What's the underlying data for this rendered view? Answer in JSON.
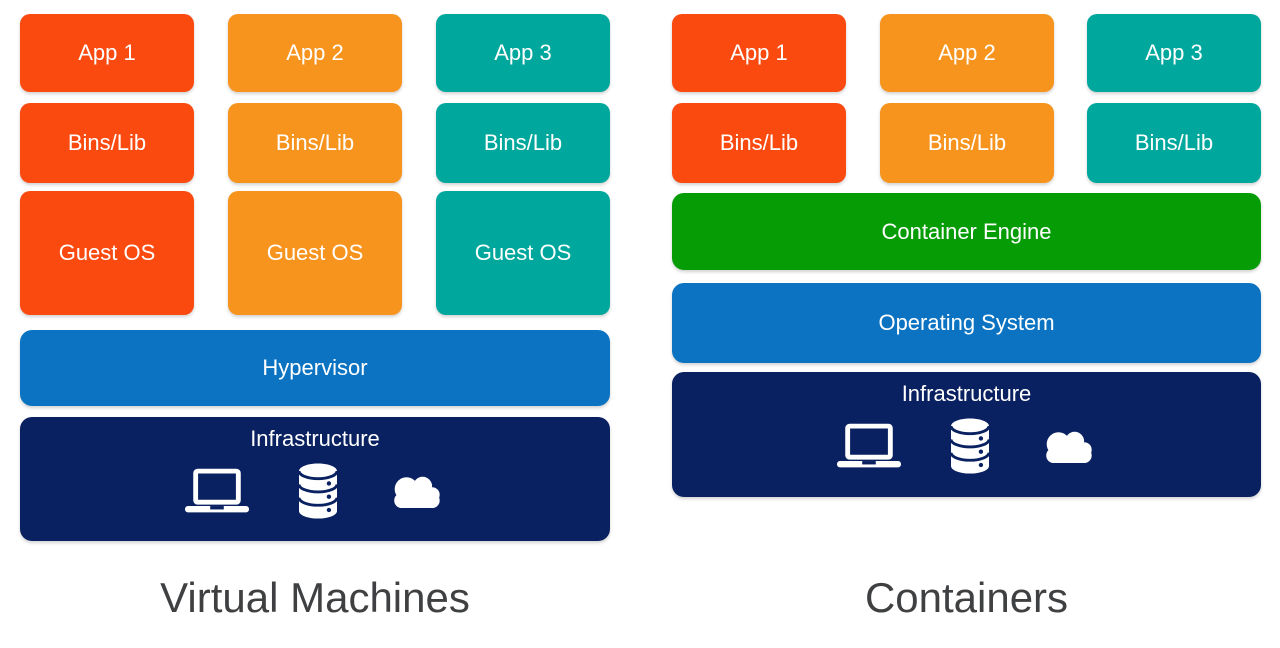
{
  "colors": {
    "app1": "#FA4A10",
    "app2": "#F7941E",
    "app3": "#00A79C",
    "hypervisor_blue": "#0C73C2",
    "infrastructure_navy": "#0A2161",
    "engine_green": "#069C06",
    "title_gray": "#3F4042",
    "box_text": "#FFFFFF",
    "background": "#FFFFFF"
  },
  "vm_panel": {
    "title": "Virtual Machines",
    "apps": [
      "App 1",
      "App 2",
      "App 3"
    ],
    "bins": [
      "Bins/Lib",
      "Bins/Lib",
      "Bins/Lib"
    ],
    "guest_os": [
      "Guest OS",
      "Guest OS",
      "Guest OS"
    ],
    "hypervisor": "Hypervisor",
    "infrastructure": {
      "label": "Infrastructure",
      "icons": [
        "laptop-icon",
        "database-icon",
        "cloud-icon"
      ]
    }
  },
  "containers_panel": {
    "title": "Containers",
    "apps": [
      "App 1",
      "App 2",
      "App 3"
    ],
    "bins": [
      "Bins/Lib",
      "Bins/Lib",
      "Bins/Lib"
    ],
    "container_engine": "Container Engine",
    "operating_system": "Operating System",
    "infrastructure": {
      "label": "Infrastructure",
      "icons": [
        "laptop-icon",
        "database-icon",
        "cloud-icon"
      ]
    }
  }
}
